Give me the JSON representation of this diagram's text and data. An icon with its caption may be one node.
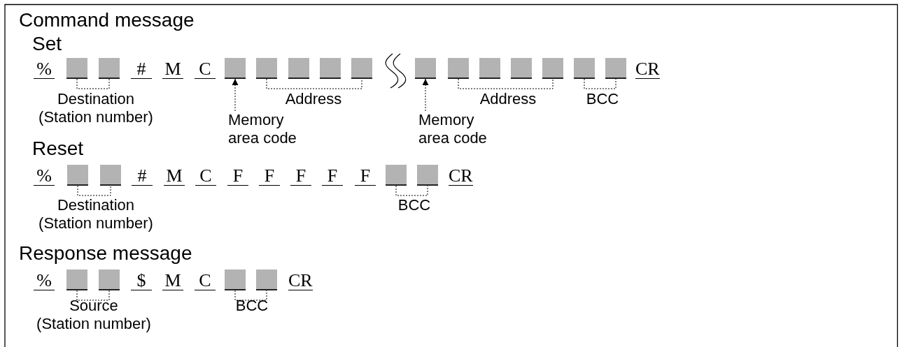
{
  "diagram": {
    "nodes": [
      {
        "text": [
          "%"
        ]
      },
      {
        "text": [],
        "shape": "box"
      },
      {
        "text": [],
        "shape": "box"
      },
      {
        "text": [
          "#"
        ]
      },
      {
        "text": [
          "M"
        ]
      },
      {
        "text": [
          "C"
        ]
      },
      {
        "text": [],
        "shape": "box"
      },
      {
        "text": [],
        "shape": "box"
      },
      {
        "text": [],
        "shape": "box"
      },
      {
        "text": [],
        "shape": "box"
      },
      {
        "text": [],
        "shape": "box"
      },
      {
        "text": [],
        "shape": "box"
      },
      {
        "text": [],
        "shape": "box"
      },
      {
        "text": [],
        "shape": "box"
      },
      {
        "text": [],
        "shape": "box"
      },
      {
        "text": [],
        "shape": "box"
      },
      {
        "text": [],
        "shape": "box"
      },
      {
        "text": [],
        "shape": "box"
      },
      {
        "text": [
          "CR"
        ]
      },
      {
        "text": [
          "Memory area code"
        ]
      },
      {
        "text": [
          "Memory area code"
        ]
      },
      {
        "text": [
          "%"
        ]
      },
      {
        "text": [],
        "shape": "box"
      },
      {
        "text": [],
        "shape": "box"
      },
      {
        "text": [
          "#"
        ]
      },
      {
        "text": [
          "M"
        ]
      },
      {
        "text": [
          "C"
        ]
      },
      {
        "text": [
          "F"
        ]
      },
      {
        "text": [
          "F"
        ]
      },
      {
        "text": [
          "F"
        ]
      },
      {
        "text": [
          "F"
        ]
      },
      {
        "text": [
          "F"
        ]
      },
      {
        "text": [],
        "shape": "box"
      },
      {
        "text": [],
        "shape": "box"
      },
      {
        "text": [
          "CR"
        ]
      },
      {
        "text": [
          "%"
        ]
      },
      {
        "text": [],
        "shape": "box"
      },
      {
        "text": [],
        "shape": "box"
      },
      {
        "text": [
          "$"
        ]
      },
      {
        "text": [
          "M"
        ]
      },
      {
        "text": [
          "C"
        ]
      },
      {
        "text": [],
        "shape": "box"
      },
      {
        "text": [],
        "shape": "box"
      },
      {
        "text": [
          "CR"
        ]
      }
    ],
    "edges": [
      {
        "from": 19,
        "to": 6,
        "arrow": "to",
        "style": "dashed"
      },
      {
        "from": 20,
        "to": 11,
        "arrow": "to",
        "style": "dashed"
      }
    ],
    "labels": [
      "Command message",
      "Set",
      "Destination (Station number)",
      "Address",
      "Address",
      "BCC",
      "Reset",
      "Destination (Station number)",
      "BCC",
      "Response message",
      "Source (Station number)",
      "BCC"
    ]
  }
}
